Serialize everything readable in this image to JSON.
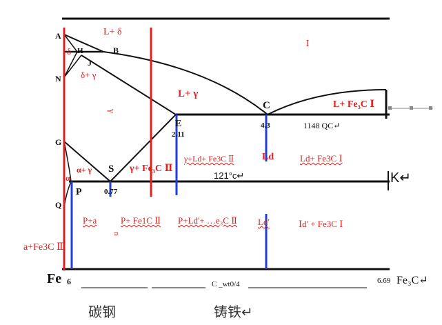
{
  "colors": {
    "line": "#111111",
    "red": "#e0201c",
    "blue": "#1f3fd6"
  },
  "points": {
    "A": "A",
    "N": "N",
    "H": "H",
    "J": "J",
    "B": "B",
    "E": "E",
    "C": "C",
    "G": "G",
    "S": "S",
    "P": "P",
    "Q": "Q",
    "delta": "δ"
  },
  "values": {
    "E": "2.11",
    "C": "4.3",
    "S": "0.77",
    "t1148": "1148 QC↵",
    "t727": "121°c↵",
    "fe3c_comp": "6.69"
  },
  "phases": {
    "l_delta": "L+ δ",
    "delta_gamma": "δ+ γ",
    "l_gamma": "L+ γ",
    "l_fe3c_i": "L+ Fe₃C Ⅰ",
    "alpha_gamma": "α+ γ",
    "gamma_fe3c_ii": "γ+ Fe₃C Ⅱ",
    "gamma_ld_fe3c": "γ+Ld+ Fe3C Ⅱ",
    "ld": "Ld",
    "ld_fe3c_i": "Ld+ Fe3C Ⅰ",
    "alpha": "α",
    "p_a": "P+a",
    "p_fe3c_ii": "P+ Fe1C Ⅱ",
    "p_ld_fe3c": "P+Ld'+ …e₃C Ⅱ",
    "ld_prime": "Ld'",
    "ld_prime_fe3c": "Ⅰd' + Fe3C Ⅰ",
    "a_fe3c_iii": "a+Fe3C Ⅲ"
  },
  "axis": {
    "fe": "Fe",
    "fe_sub": "6",
    "fe3c": "Fe₃C↵",
    "c_wt": "C _wt0/4"
  },
  "bottom": {
    "steel": "碳钢",
    "cast_iron": "铸铁↵"
  },
  "marks": {
    "gamma_sym": "γ",
    "one": "Ⅰ",
    "n_char": "n",
    "k_arrow": "K↵"
  }
}
